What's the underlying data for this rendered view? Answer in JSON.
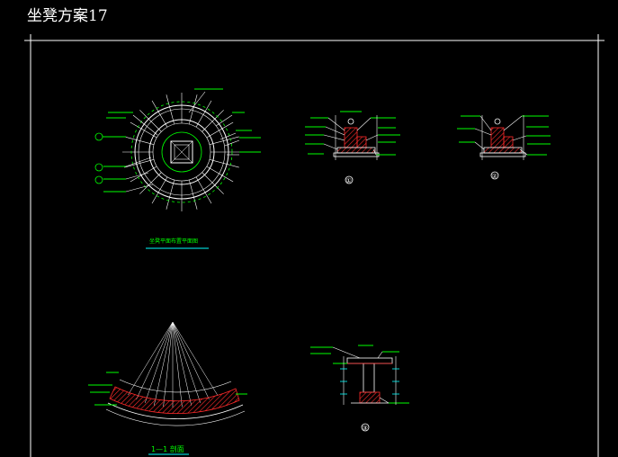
{
  "drawing": {
    "title": "坐凳方案17",
    "plan_caption": "坐凳平面布置平面图",
    "section_caption": "1—1 剖面",
    "detail_a_marker": "①",
    "detail_b_marker": "②",
    "detail_c_marker": "③"
  },
  "colors": {
    "background": "#000000",
    "frame": "#ffffff",
    "lines": "#ffffff",
    "annotation": "#00ff00",
    "section_fill": "#ff2a2a",
    "leader": "#ffff00",
    "dim": "#00ffff"
  }
}
